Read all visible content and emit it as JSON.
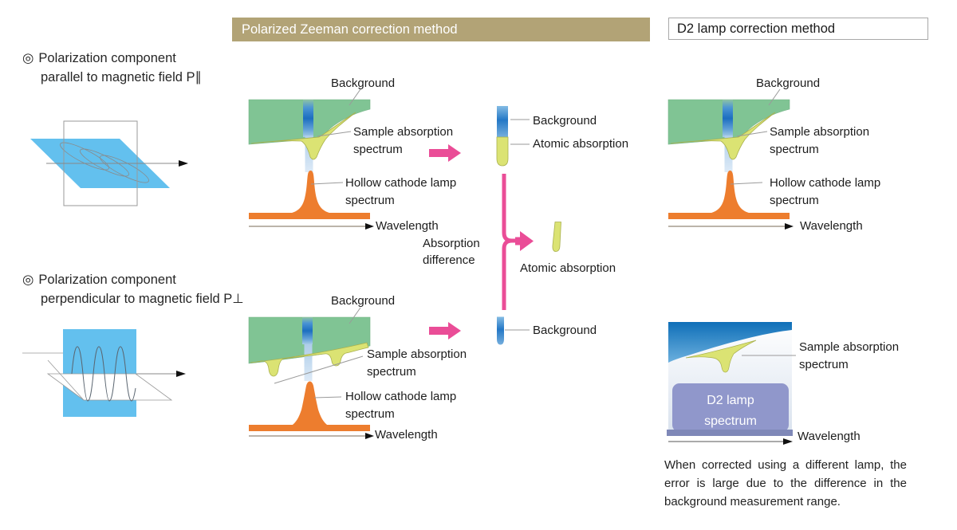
{
  "title_bars": {
    "zeeman": "Polarized Zeeman correction method",
    "d2": "D2 lamp correction method"
  },
  "sections": {
    "parallel": {
      "bullet": "◎",
      "line1": "Polarization component",
      "line2": "parallel to magnetic field P∥"
    },
    "perpendicular": {
      "bullet": "◎",
      "line1": "Polarization component",
      "line2": "perpendicular to magnetic field P⊥"
    }
  },
  "labels": {
    "background": "Background",
    "sample_absorption_line1": "Sample absorption",
    "sample_absorption_line2": "spectrum",
    "hollow_cathode_line1": "Hollow cathode lamp",
    "hollow_cathode_line2": "spectrum",
    "wavelength": "Wavelength",
    "atomic_absorption": "Atomic absorption",
    "absorption_difference_line1": "Absorption",
    "absorption_difference_line2": "difference",
    "d2_lamp_line1": "D2 lamp",
    "d2_lamp_line2": "spectrum"
  },
  "caption": "When corrected using a different lamp, the error is large due to the difference in the background measurement range.",
  "colors": {
    "zeeman_header_bg": "#b2a376",
    "d2_header_border": "#a8a8a8",
    "background_green": "#80c494",
    "absorption_yellow_green": "#dbe373",
    "lamp_orange": "#ed7d2e",
    "zeeman_stripe_blue": "#1c6ec0",
    "light_blue_column": "#c3d9ee",
    "arrow_pink": "#ea4d97",
    "polarization_blue": "#63c0ee",
    "d2_box_purple": "#9097cb",
    "d2_wedge_blue": "#0f6fb8"
  }
}
